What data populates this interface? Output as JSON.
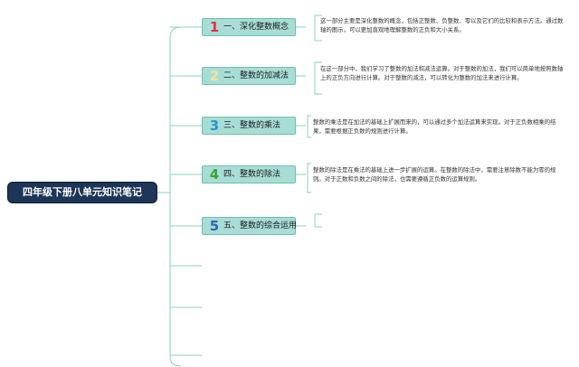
{
  "root": {
    "title": "四年级下册八单元知识笔记"
  },
  "colors": {
    "root_bg": "#1d3557",
    "topic_bg": "#a8ddd6",
    "topic_border": "#6bbfb3",
    "line": "#8ccfc3"
  },
  "topics": [
    {
      "number": "1",
      "number_color": "#e3303e",
      "label": "一、深化整数概念",
      "note": "这一部分主要是深化整数的概念，包括正整数、负整数、零以及它们的比较和表示方法。通过数轴的图示，可以更加直观地理解整数的正负和大小关系。"
    },
    {
      "number": "2",
      "number_color": "#f3e2a0",
      "label": "二、整数的加减法",
      "note": "在这一部分中，我们学习了整数的加法和减法运算。对于整数的加法，我们可以简单地按照数轴上的正负方向进行计算。对于整数的减法，可以转化为整数的加法来进行计算。"
    },
    {
      "number": "3",
      "number_color": "#2a93d0",
      "label": "三、整数的乘法",
      "note": "整数的乘法是在加法的基础上扩展而来的，可以通过多个加法运算来实现。对于正负数相乘的结果，需要根据正负数的规则进行计算。"
    },
    {
      "number": "4",
      "number_color": "#3aa535",
      "label": "四、整数的除法",
      "note": "整数的除法是在乘法的基础上进一步扩展的运算。在整数的除法中，需要注意除数不能为零的规则。对于正数和负数之间的除法，也需要遵循正负数的运算规则。"
    },
    {
      "number": "5",
      "number_color": "#2c66b6",
      "label": "五、整数的综合运用",
      "note": ""
    }
  ]
}
